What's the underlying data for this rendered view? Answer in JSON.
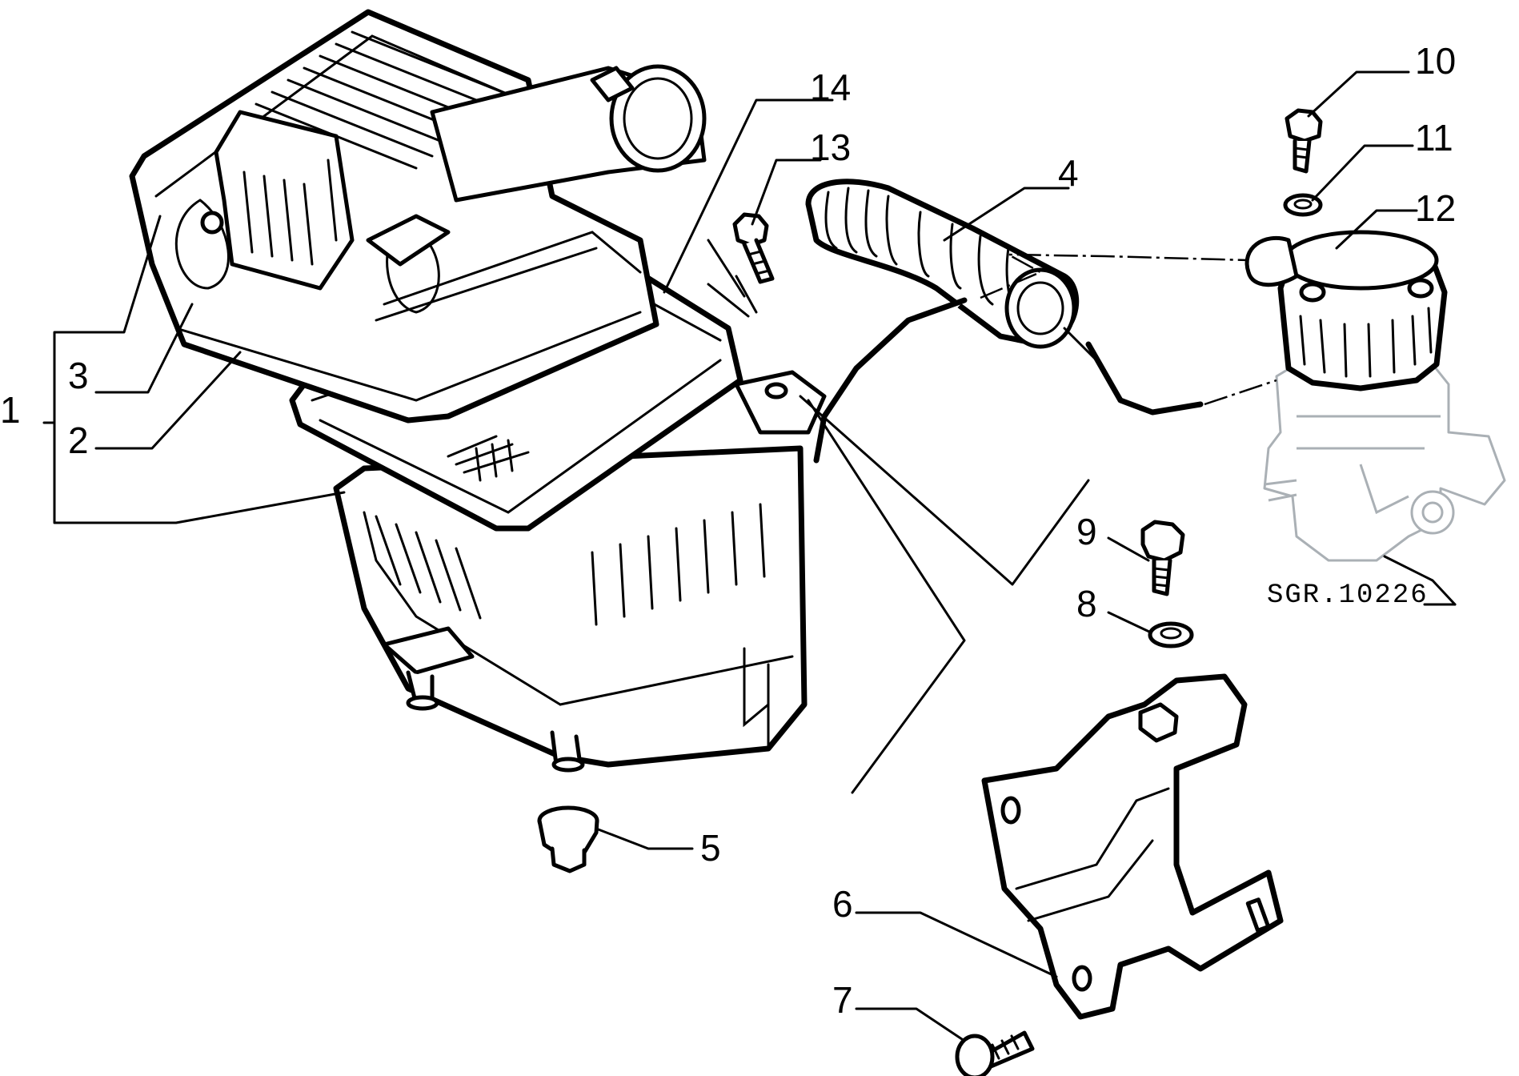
{
  "diagram": {
    "reference_code": "SGR.10226",
    "callouts": [
      {
        "id": "1",
        "label": "1"
      },
      {
        "id": "2",
        "label": "2"
      },
      {
        "id": "3",
        "label": "3"
      },
      {
        "id": "4",
        "label": "4"
      },
      {
        "id": "5",
        "label": "5"
      },
      {
        "id": "6",
        "label": "6"
      },
      {
        "id": "7",
        "label": "7"
      },
      {
        "id": "8",
        "label": "8"
      },
      {
        "id": "9",
        "label": "9"
      },
      {
        "id": "10",
        "label": "10"
      },
      {
        "id": "11",
        "label": "11"
      },
      {
        "id": "12",
        "label": "12"
      },
      {
        "id": "13",
        "label": "13"
      },
      {
        "id": "14",
        "label": "14"
      }
    ]
  }
}
